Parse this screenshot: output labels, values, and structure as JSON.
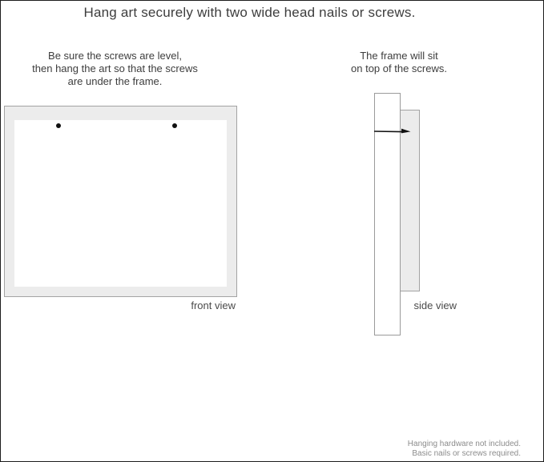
{
  "title": "Hang art securely with two wide head nails or screws.",
  "front_view": {
    "instruction_lines": [
      "Be sure the screws are level,",
      "then hang the art so that the screws",
      "are under the frame."
    ],
    "label": "front view",
    "screw_count": 2
  },
  "side_view": {
    "instruction_lines": [
      "The frame will sit",
      "on top of the screws."
    ],
    "label": "side view"
  },
  "footer_lines": [
    "Hanging hardware not included.",
    "Basic nails or screws required."
  ],
  "icons": {
    "screws": "screw-dot-icon",
    "nail": "nail-icon"
  },
  "colors": {
    "text": "#3d3d3d",
    "muted_text": "#8c8c8c",
    "frame_fill": "#ececec",
    "frame_border": "#a3a3a3",
    "ink": "#111111",
    "background": "#ffffff"
  }
}
